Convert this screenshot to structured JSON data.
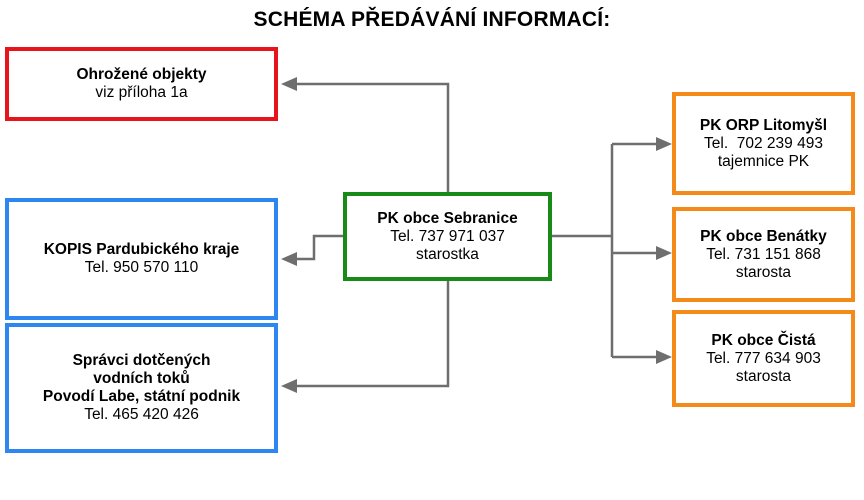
{
  "title": "SCHÉMA PŘEDÁVÁNÍ INFORMACÍ:",
  "center": {
    "name": "PK obce Sebranice",
    "phone": "Tel. 737 971 037",
    "role": "starostka"
  },
  "left_boxes": {
    "endangered": {
      "name": "Ohrožené objekty",
      "note": "viz příloha 1a",
      "color": "#e8141b"
    },
    "kopis": {
      "name": "KOPIS Pardubického kraje",
      "phone": "Tel. 950 570 110",
      "color": "#2e86f0"
    },
    "water": {
      "name_line1": "Správci dotčených",
      "name_line2": "vodních toků",
      "name_line3": "Povodí Labe, státní podnik",
      "phone": "Tel. 465 420 426",
      "color": "#2e86f0"
    }
  },
  "right_boxes": {
    "litomysl": {
      "name": "PK ORP Litomyšl",
      "phone": "Tel.  702 239 493",
      "role": "tajemnice PK",
      "color": "#f38a1a"
    },
    "benatky": {
      "name": "PK obce Benátky",
      "phone": "Tel. 731 151 868",
      "role": "starosta",
      "color": "#f38a1a"
    },
    "cista": {
      "name": "PK obce Čistá",
      "phone": "Tel. 777 634 903",
      "role": "starosta",
      "color": "#f38a1a"
    }
  },
  "connector_color": "#6e6e6e",
  "center_color": "#178a17"
}
